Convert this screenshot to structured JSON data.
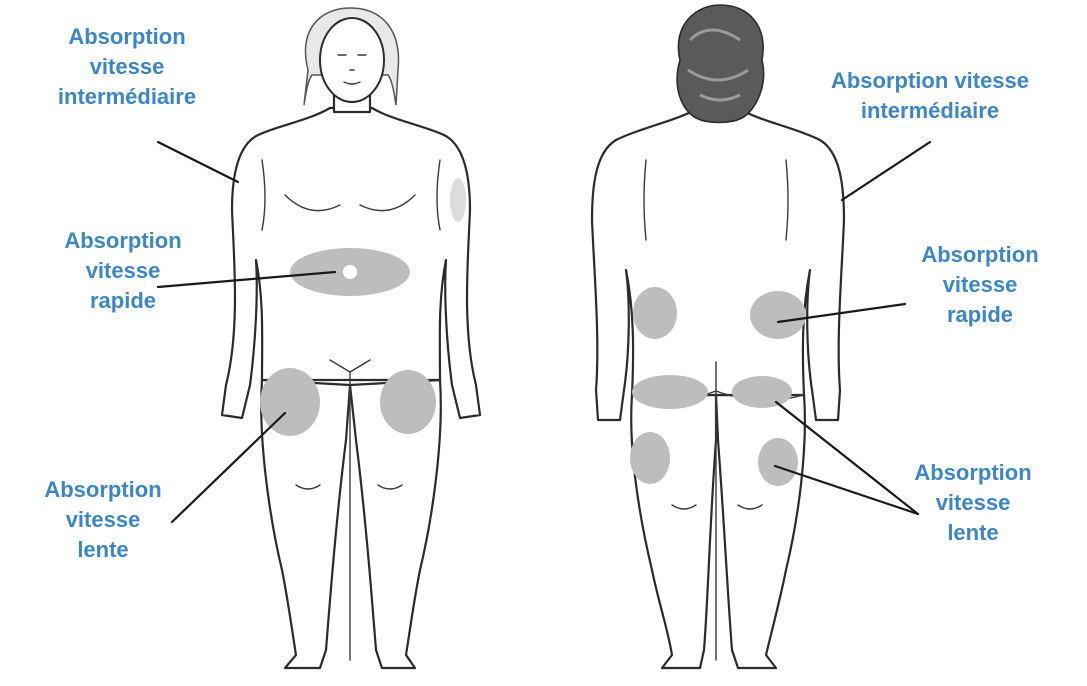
{
  "labels": {
    "front_intermediate": [
      "Absorption",
      "vitesse",
      "intermédiaire"
    ],
    "front_rapid": [
      "Absorption",
      "vitesse",
      "rapide"
    ],
    "front_slow": [
      "Absorption",
      "vitesse",
      "lente"
    ],
    "back_intermediate": [
      "Absorption vitesse",
      "intermédiaire"
    ],
    "back_rapid": [
      "Absorption",
      "vitesse",
      "rapide"
    ],
    "back_slow": [
      "Absorption",
      "vitesse",
      "lente"
    ]
  },
  "colors": {
    "label_text": "#3b86c6",
    "injection_zone": "#bdbdbd",
    "outline": "#2b2b2b",
    "background": "#ffffff"
  }
}
